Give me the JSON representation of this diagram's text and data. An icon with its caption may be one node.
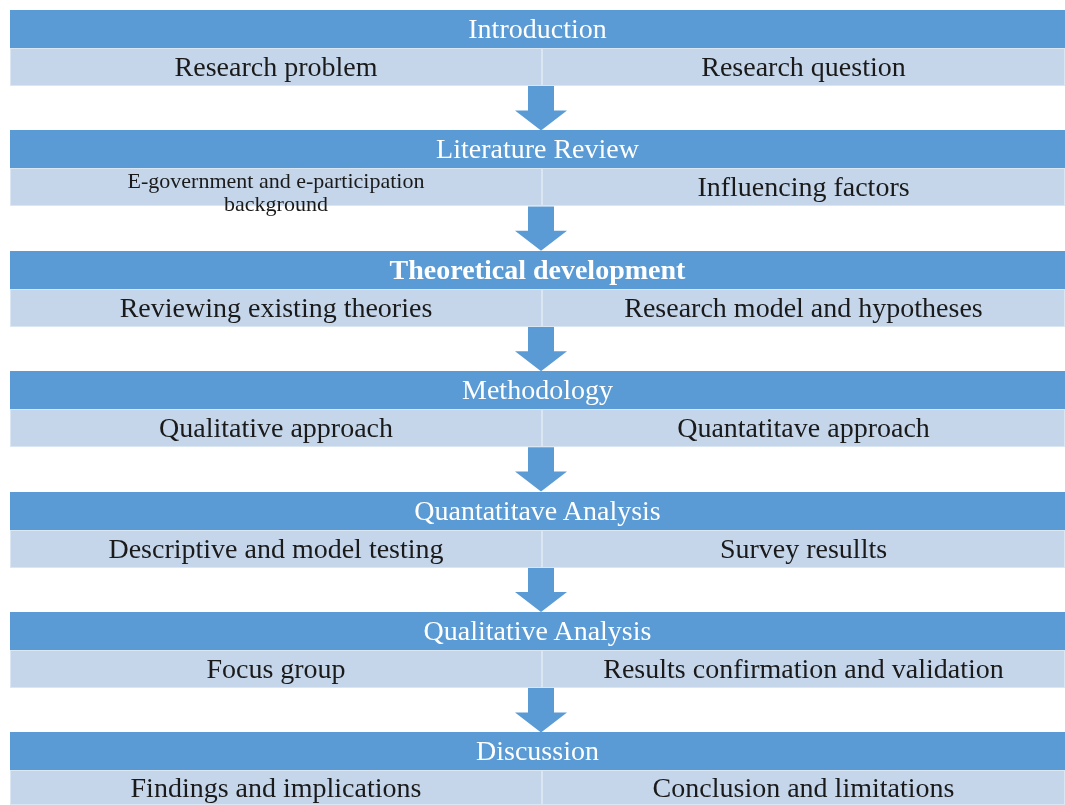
{
  "diagram": {
    "nodes": [
      {
        "text": [
          "Introduction"
        ]
      },
      {
        "text": [
          "Research problem"
        ],
        "in": 0
      },
      {
        "text": [
          "Research question"
        ],
        "in": 0
      },
      {
        "text": [
          "Literature Review"
        ]
      },
      {
        "text": [
          "E-government and e-participation background"
        ],
        "in": 3
      },
      {
        "text": [
          "Influencing factors"
        ],
        "in": 3
      },
      {
        "text": [
          "Theoretical development"
        ]
      },
      {
        "text": [
          "Reviewing existing theories"
        ],
        "in": 6
      },
      {
        "text": [
          "Research model and hypotheses"
        ],
        "in": 6
      },
      {
        "text": [
          "Methodology"
        ]
      },
      {
        "text": [
          "Qualitative approach"
        ],
        "in": 9
      },
      {
        "text": [
          "Quantatitave approach"
        ],
        "in": 9
      },
      {
        "text": [
          "Quantatitave Analysis"
        ]
      },
      {
        "text": [
          "Descriptive and model testing"
        ],
        "in": 12
      },
      {
        "text": [
          "Survey resullts"
        ],
        "in": 12
      },
      {
        "text": [
          "Qualitative Analysis"
        ]
      },
      {
        "text": [
          "Focus group"
        ],
        "in": 15
      },
      {
        "text": [
          "Results confirmation and validation"
        ],
        "in": 15
      },
      {
        "text": [
          "Discussion"
        ]
      },
      {
        "text": [
          "Findings and implications"
        ],
        "in": 18
      },
      {
        "text": [
          "Conclusion and limitations"
        ],
        "in": 18
      }
    ],
    "edges": [
      {
        "from": 0,
        "to": 3,
        "arrow": "to"
      },
      {
        "from": 3,
        "to": 6,
        "arrow": "to"
      },
      {
        "from": 6,
        "to": 9,
        "arrow": "to"
      },
      {
        "from": 9,
        "to": 12,
        "arrow": "to"
      },
      {
        "from": 12,
        "to": 15,
        "arrow": "to"
      },
      {
        "from": 15,
        "to": 18,
        "arrow": "to"
      }
    ]
  }
}
